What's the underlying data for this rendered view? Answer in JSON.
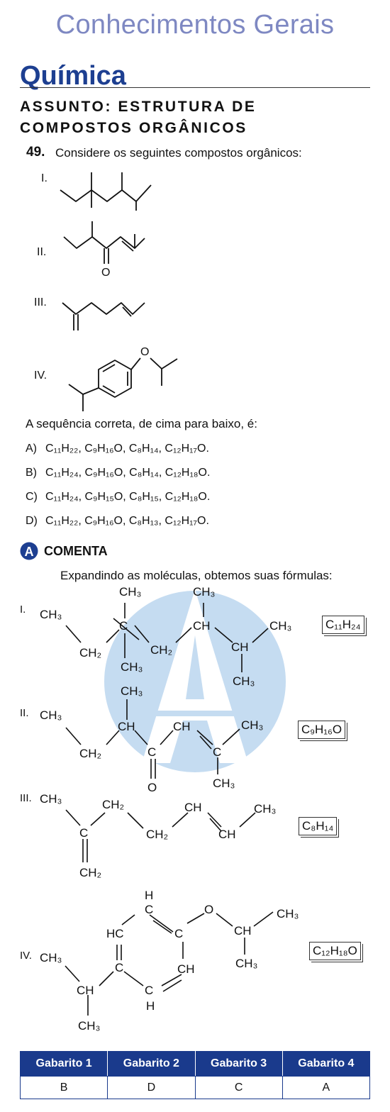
{
  "header": {
    "title": "Conhecimentos Gerais",
    "subject": "Química",
    "topic": "ASSUNTO: ESTRUTURA DE COMPOSTOS ORGÂNICOS"
  },
  "question": {
    "number": "49.",
    "text": "Considere os seguintes compostos orgânicos:",
    "roman": [
      "I.",
      "II.",
      "III.",
      "IV."
    ],
    "heteroatoms": {
      "o2": "O",
      "o4": "O"
    },
    "sequence_text": "A sequência correta, de cima para baixo, é:",
    "options": [
      {
        "letter": "A)",
        "text": "C₁₁H₂₂, C₉H₁₆O, C₈H₁₄, C₁₂H₁₇O."
      },
      {
        "letter": "B)",
        "text": "C₁₁H₂₄, C₉H₁₆O, C₈H₁₄, C₁₂H₁₈O."
      },
      {
        "letter": "C)",
        "text": "C₁₁H₂₄, C₉H₁₅O, C₈H₁₅, C₁₂H₁₈O."
      },
      {
        "letter": "D)",
        "text": "C₁₁H₂₂, C₉H₁₆O, C₈H₁₃, C₁₂H₁₇O."
      }
    ]
  },
  "comment": {
    "badge": "A",
    "label": "COMENTA",
    "intro": "Expandindo as moléculas, obtemos suas fórmulas:",
    "formulas": [
      "C₁₁H₂₄",
      "C₉H₁₆O",
      "C₈H₁₄",
      "C₁₂H₁₈O"
    ],
    "labels": {
      "CH3": "CH₃",
      "CH2": "CH₂",
      "CH": "CH",
      "C": "C",
      "HC": "HC",
      "H": "H",
      "O": "O"
    }
  },
  "answer_key": {
    "headers": [
      "Gabarito 1",
      "Gabarito 2",
      "Gabarito 3",
      "Gabarito 4"
    ],
    "values": [
      "B",
      "D",
      "C",
      "A"
    ]
  },
  "colors": {
    "header": "#7e88c2",
    "subject": "#1d3f91",
    "table": "#1a3a8c",
    "watermark": "#c5dcf1"
  }
}
